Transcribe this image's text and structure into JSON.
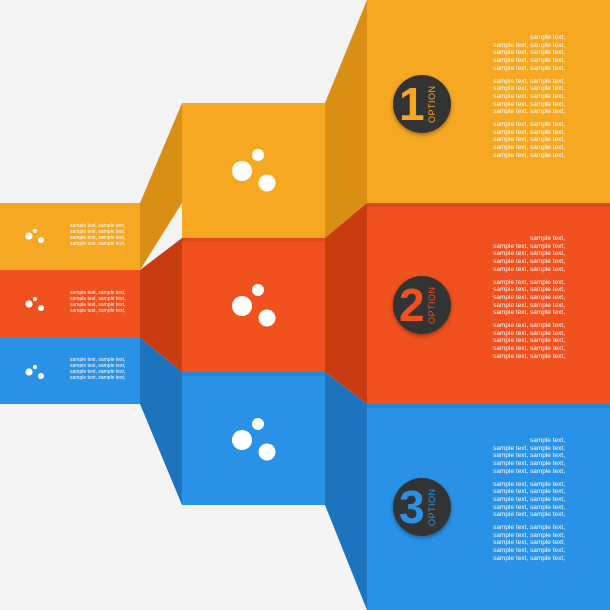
{
  "colors": {
    "orange": "#f7a823",
    "red": "#f0511e",
    "blue": "#2a92e6",
    "badge_bg": "#333333",
    "background": "#f4f4f4"
  },
  "options": [
    {
      "number": "1",
      "label": "OPTION",
      "color": "#f7a823"
    },
    {
      "number": "2",
      "label": "OPTION",
      "color": "#f0511e"
    },
    {
      "number": "3",
      "label": "OPTION",
      "color": "#2a92e6"
    }
  ],
  "sample_line": "sample text, sample text,",
  "sample_head": "sample text,",
  "icon": "bubbles-icon"
}
